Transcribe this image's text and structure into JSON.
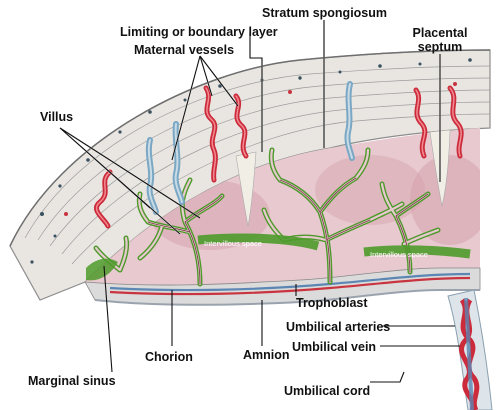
{
  "labels": {
    "stratum_spongiosum": "Stratum spongiosum",
    "limiting_layer": "Limiting or boundary layer",
    "maternal_vessels": "Maternal vessels",
    "placental_septum_line1": "Placental",
    "placental_septum_line2": "septum",
    "villus": "Villus",
    "intervillous_space_left": "Intervillous space",
    "intervillous_space_right": "Intervillous space",
    "trophoblast": "Trophoblast",
    "umbilical_arteries": "Umbilical arteries",
    "umbilical_vein": "Umbilical vein",
    "chorion": "Chorion",
    "amnion": "Amnion",
    "marginal_sinus": "Marginal sinus",
    "umbilical_cord": "Umbilical cord"
  },
  "colors": {
    "background": "#ffffff",
    "uterine_wall": "#e9e6e2",
    "intervillous": "#e7c9cf",
    "villus_outline": "#4d9a2a",
    "maternal_artery": "#cc2b3b",
    "fetal_vessel": "#7aa8c4",
    "septum": "#f1eee6",
    "label_text": "#111111"
  }
}
